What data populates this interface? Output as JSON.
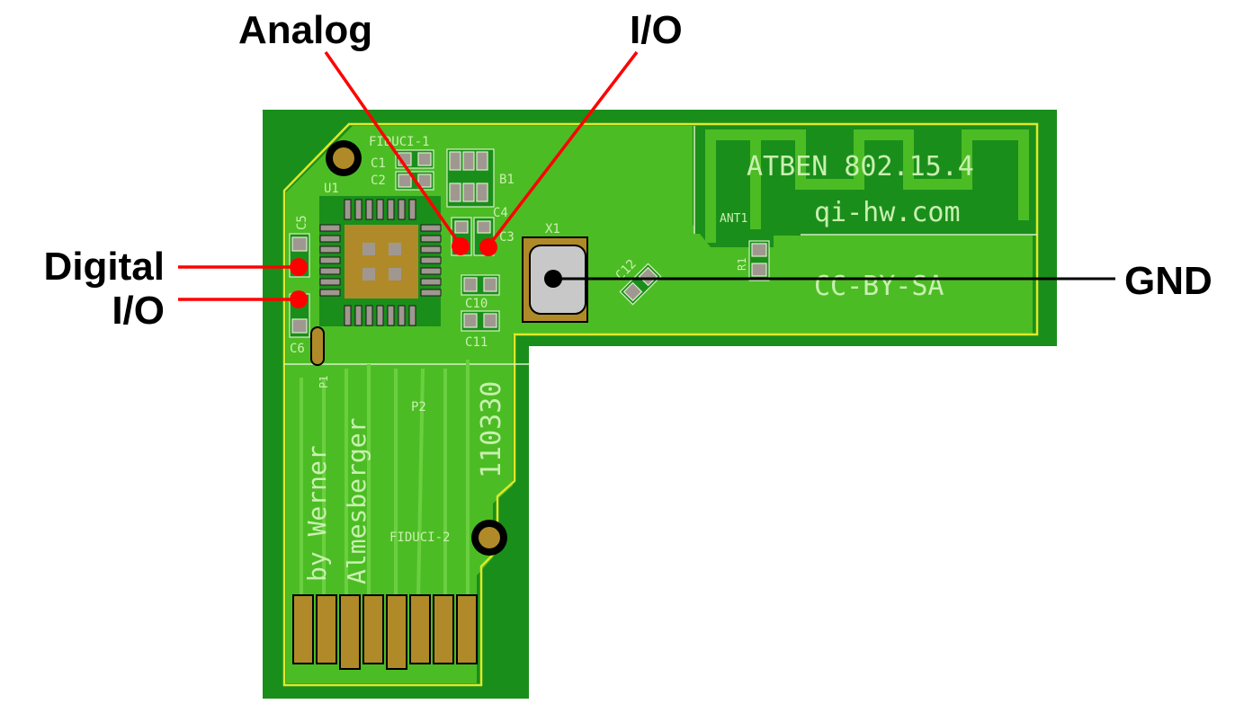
{
  "annotations": {
    "analog": "Analog",
    "io_top": "I/O",
    "digital": "Digital",
    "io_left": "I/O",
    "gnd": "GND"
  },
  "silkscreen": {
    "fiduci1": "FIDUCI-1",
    "c1": "C1",
    "c2": "C2",
    "b1": "B1",
    "u1": "U1",
    "c5": "C5",
    "c4": "C4",
    "c3": "C3",
    "x1": "X1",
    "c12": "C12",
    "c10": "C10",
    "c11": "C11",
    "c6": "C6",
    "p1": "P1",
    "p2": "P2",
    "ant1": "ANT1",
    "r1": "R1",
    "title": "ATBEN 802.15.4",
    "site": "qi-hw.com",
    "license": "CC-BY-SA",
    "author1": "by Werner",
    "author2": "Almesberger",
    "date": "110330",
    "fiduci2": "FIDUCI-2"
  },
  "colors": {
    "board": "#1a8e1a",
    "copper": "#4cbc24",
    "edge": "#e0e828",
    "pad": "#b08a28",
    "pin": "#a09890",
    "marker": "#ff0000"
  }
}
